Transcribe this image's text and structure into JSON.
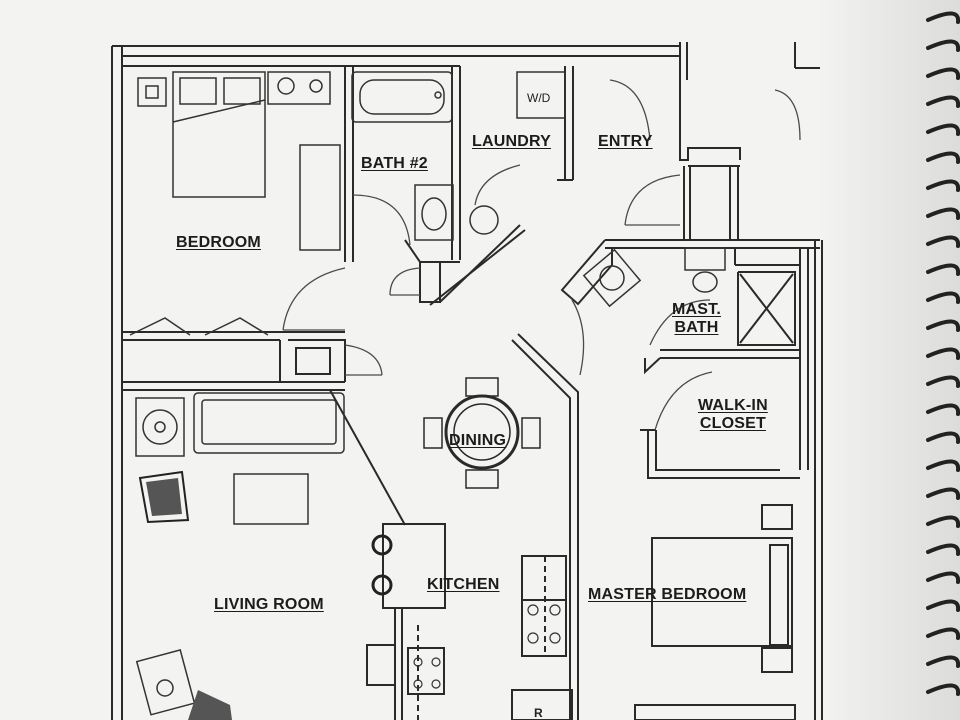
{
  "rooms": {
    "bedroom": "BEDROOM",
    "bath2": "BATH #2",
    "laundry": "LAUNDRY",
    "entry": "ENTRY",
    "mast_bath_line1": "MAST.",
    "mast_bath_line2": "BATH",
    "walkin_line1": "WALK-IN",
    "walkin_line2": "CLOSET",
    "dining": "DINING",
    "kitchen": "KITCHEN",
    "living_room": "LIVING ROOM",
    "master_bedroom": "MASTER BEDROOM"
  },
  "fixtures": {
    "washer_dryer": "W/D",
    "fridge_partial": "R"
  }
}
